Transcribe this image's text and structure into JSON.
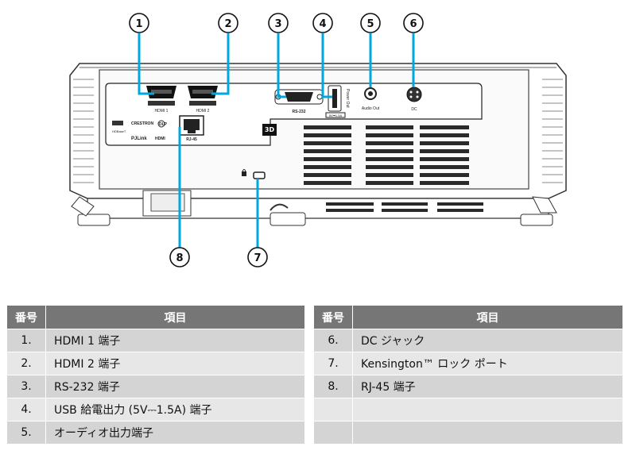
{
  "callouts": [
    "1",
    "2",
    "3",
    "4",
    "5",
    "6",
    "7",
    "8"
  ],
  "panel_labels": {
    "hdmi1": "HDMI 1",
    "hdmi2": "HDMI 2",
    "rs232": "RS-232",
    "usb_power": "Power Out",
    "usb_rating": "5V⎓1.5A",
    "audio_out": "Audio Out",
    "dc": "DC",
    "rj45": "RJ-45",
    "badge_3d": "3D",
    "hdmi_logo": "HDMI",
    "hdbaset_logo": "HDBaseT",
    "crestron_logo": "CRESTRON",
    "pjlink_logo": "PJLink",
    "dlp_logo": "DLP"
  },
  "table_left": {
    "col_no": "番号",
    "col_item": "項目",
    "rows": [
      {
        "no": "1.",
        "item": "HDMI 1 端子"
      },
      {
        "no": "2.",
        "item": "HDMI 2 端子"
      },
      {
        "no": "3.",
        "item": "RS-232 端子"
      },
      {
        "no": "4.",
        "item": "USB 給電出力 (5V⎓1.5A) 端子"
      },
      {
        "no": "5.",
        "item": "オーディオ出力端子"
      }
    ]
  },
  "table_right": {
    "col_no": "番号",
    "col_item": "項目",
    "rows": [
      {
        "no": "6.",
        "item": "DC ジャック"
      },
      {
        "no": "7.",
        "item": "Kensington™ ロック ポート"
      },
      {
        "no": "8.",
        "item": "RJ-45 端子"
      },
      {
        "no": "",
        "item": ""
      },
      {
        "no": "",
        "item": ""
      }
    ]
  }
}
